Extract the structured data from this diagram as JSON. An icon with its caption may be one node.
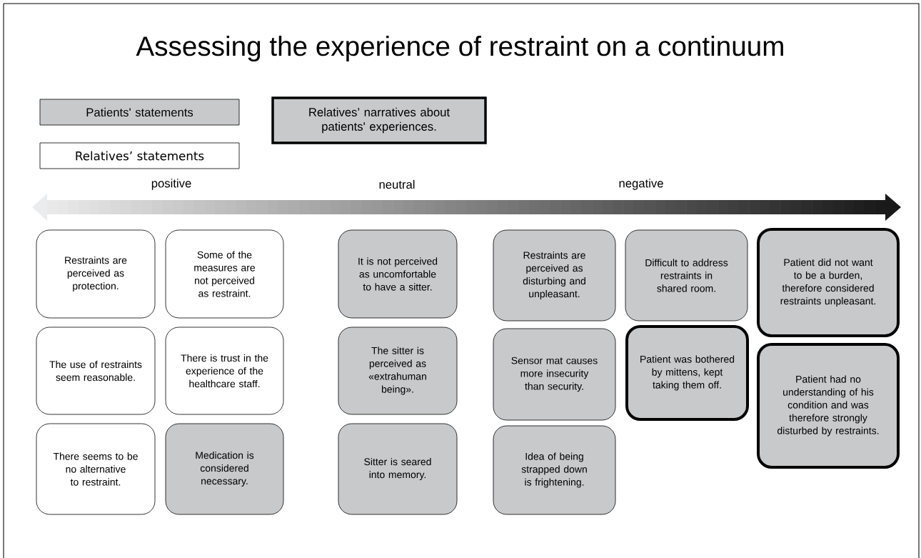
{
  "diagram": {
    "title": "Assessing the experience of restraint on a continuum",
    "nodes": [
      {
        "text": [
          "Restraints are perceived as protection."
        ]
      },
      {
        "text": [
          "The use of restraints seem reasonable."
        ]
      },
      {
        "text": [
          "There seems to be no alternative to restraint."
        ]
      },
      {
        "text": [
          "Some of the measures are not perceived as restraint."
        ]
      },
      {
        "text": [
          "There is trust in the experience of the healthcare staff."
        ]
      },
      {
        "text": [
          "Medication is considered necessary."
        ]
      },
      {
        "text": [
          "It is not perceived as uncomfortable to have a sitter."
        ]
      },
      {
        "text": [
          "The sitter is perceived as «extrahuman being»."
        ]
      },
      {
        "text": [
          "Sitter is seared into memory."
        ]
      },
      {
        "text": [
          "Restraints are perceived as disturbing and unpleasant."
        ]
      },
      {
        "text": [
          "Sensor mat causes more insecurity than security."
        ]
      },
      {
        "text": [
          "Idea of being strapped down is frightening."
        ]
      },
      {
        "text": [
          "Difficult to address restraints in shared room."
        ]
      },
      {
        "text": [
          "Patient was bothered by mittens, kept taking them off."
        ]
      },
      {
        "text": [
          "Patient did not want to be a burden, therefore considered restraints unpleasant."
        ]
      },
      {
        "text": [
          "Patient had no understanding of his condition and was therefore strongly disturbed by restraints."
        ]
      }
    ],
    "labels": [
      "positive",
      "neutral",
      "negative"
    ],
    "legend": [
      {
        "text": "Patients' statements",
        "color": "#c8c9cb"
      },
      {
        "text": "Relatives’ statements"
      },
      {
        "text": "Relatives’ narratives about patients' experiences."
      }
    ]
  }
}
